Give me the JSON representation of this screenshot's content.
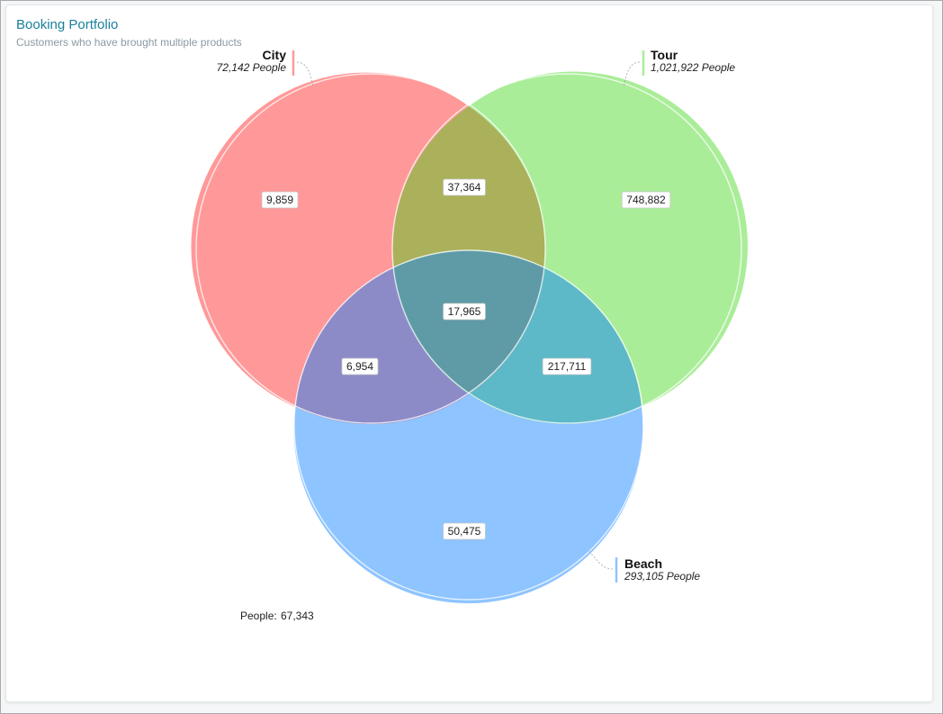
{
  "header": {
    "title": "Booking Portfolio",
    "subtitle": "Customers who have brought multiple products"
  },
  "chart_data": {
    "type": "venn",
    "sets": [
      {
        "name": "City",
        "total": "72,142 People",
        "color": "#ff9999"
      },
      {
        "name": "Tour",
        "total": "1,021,922 People",
        "color": "#aaed99"
      },
      {
        "name": "Beach",
        "total": "293,105 People",
        "color": "#8ec4ff"
      }
    ],
    "regions": [
      {
        "sets": [
          "City"
        ],
        "value": 9859,
        "label": "9,859",
        "color": "#ff9999"
      },
      {
        "sets": [
          "Tour"
        ],
        "value": 748882,
        "label": "748,882",
        "color": "#aaed99"
      },
      {
        "sets": [
          "Beach"
        ],
        "value": 50475,
        "label": "50,475",
        "color": "#8ec4ff"
      },
      {
        "sets": [
          "City",
          "Tour"
        ],
        "value": 37364,
        "label": "37,364",
        "color": "#abb05b"
      },
      {
        "sets": [
          "City",
          "Beach"
        ],
        "value": 6954,
        "label": "6,954",
        "color": "#8d8bc7"
      },
      {
        "sets": [
          "Tour",
          "Beach"
        ],
        "value": 217711,
        "label": "217,711",
        "color": "#5db9c8"
      },
      {
        "sets": [
          "City",
          "Tour",
          "Beach"
        ],
        "value": 17965,
        "label": "17,965",
        "color": "#5e9ba6"
      }
    ],
    "outside": {
      "label": "People:",
      "value": 67343,
      "display": "67,343"
    }
  }
}
